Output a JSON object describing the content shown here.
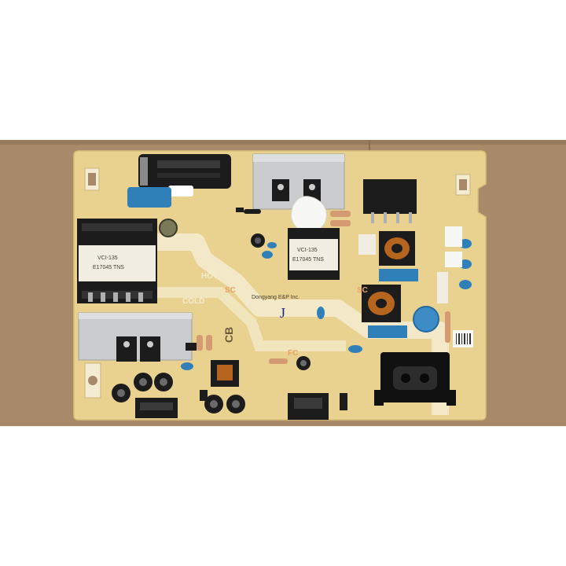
{
  "photo": {
    "subject": "Power supply board",
    "colors": {
      "background": "#ffffff",
      "cardboard": "#a8896a",
      "board": "#e9d28f",
      "silkscreen": "#f4ecd2",
      "heatsink": "#c9cbcd",
      "capacitor_blue": "#2f7fb8",
      "component_black": "#1c1c1c"
    }
  },
  "markings": {
    "hot": "HOT",
    "cold": "COLD",
    "cb": "CB",
    "maker": "Dongyang E&P Inc.",
    "handwritten": "J",
    "xfmr_left_a": "VCI-135",
    "xfmr_left_b": "E17045 TNS",
    "xfmr_center_a": "VCI-135",
    "xfmr_center_b": "E17045 TNS",
    "sc_left": "SC",
    "sc_center": "SC",
    "fc": "FC"
  }
}
